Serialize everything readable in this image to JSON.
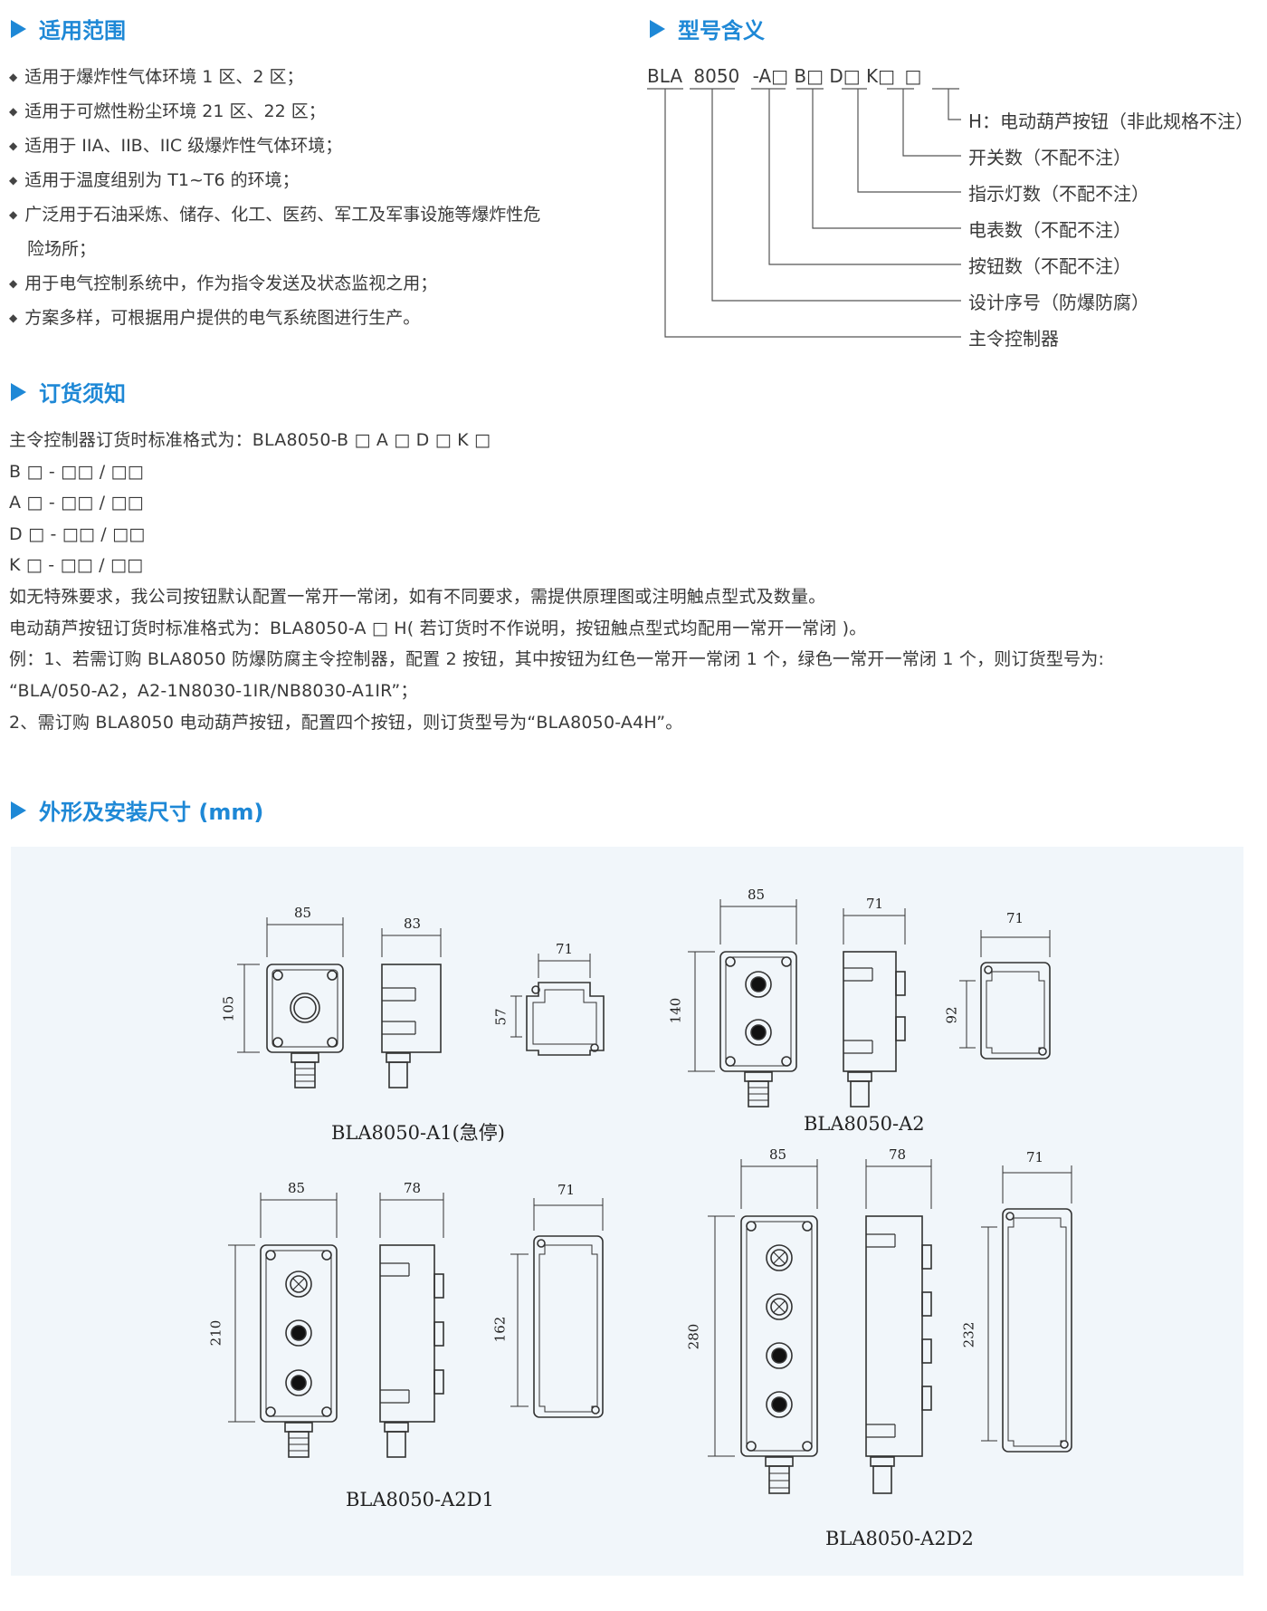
{
  "sections": {
    "scope": {
      "title": "适用范围",
      "items": [
        "适用于爆炸性气体环境 1 区、2 区；",
        "适用于可燃性粉尘环境 21 区、22 区；",
        "适用于 IIA、IIB、IIC 级爆炸性气体环境；",
        "适用于温度组别为 T1~T6 的环境；",
        "广泛用于石油采炼、储存、化工、医药、军工及军事设施等爆炸性危",
        "险场所；",
        "用于电气控制系统中，作为指令发送及状态监视之用；",
        "方案多样，可根据用户提供的电气系统图进行生产。"
      ]
    },
    "model": {
      "title": "型号含义",
      "code": {
        "prefix": "BLA",
        "series": "8050",
        "a": "-A",
        "b": "B",
        "d": "D",
        "k": "K",
        "box": "□"
      },
      "labels": [
        "H：电动葫芦按钮（非此规格不注）",
        "开关数（不配不注）",
        "指示灯数（不配不注）",
        "电表数（不配不注）",
        "按钮数（不配不注）",
        "设计序号（防爆防腐）",
        "主令控制器"
      ]
    },
    "order": {
      "title": "订货须知",
      "lines": [
        "主令控制器订货时标准格式为：BLA8050-B □ A □ D □ K □",
        "B □ - □□ / □□",
        "A □ - □□ / □□",
        "D □ - □□ / □□",
        "K □ - □□ / □□",
        "如无特殊要求，我公司按钮默认配置一常开一常闭，如有不同要求，需提供原理图或注明触点型式及数量。",
        "电动葫芦按钮订货时标准格式为：BLA8050-A □ H( 若订货时不作说明，按钮触点型式均配用一常开一常闭 )。",
        "例：1、若需订购 BLA8050 防爆防腐主令控制器，配置 2 按钮，其中按钮为红色一常开一常闭 1 个，绿色一常开一常闭 1 个，则订货型号为:",
        "“BLA/050-A2，A2-1N8030-1IR/NB8030-A1IR”；",
        "2、需订购 BLA8050 电动葫芦按钮，配置四个按钮，则订货型号为“BLA8050-A4H”。"
      ]
    },
    "dims": {
      "title": "外形及安装尺寸 (mm)",
      "models": [
        {
          "caption": "BLA8050-A1(急停)",
          "w": "85",
          "h": "105",
          "depth": "83",
          "mount_w": "71",
          "mount_h": "57"
        },
        {
          "caption": "BLA8050-A2",
          "w": "85",
          "h": "140",
          "depth": "71",
          "mount_w": "71",
          "mount_h": "92"
        },
        {
          "caption": "BLA8050-A2D1",
          "w": "85",
          "h": "210",
          "depth": "78",
          "mount_w": "71",
          "mount_h": "162"
        },
        {
          "caption": "BLA8050-A2D2",
          "w": "85",
          "h": "280",
          "depth": "78",
          "mount_w": "71",
          "mount_h": "232"
        }
      ]
    }
  },
  "colors": {
    "accent": "#1e88d6",
    "text": "#3a3a3a",
    "panel": "#f1f6fa"
  }
}
